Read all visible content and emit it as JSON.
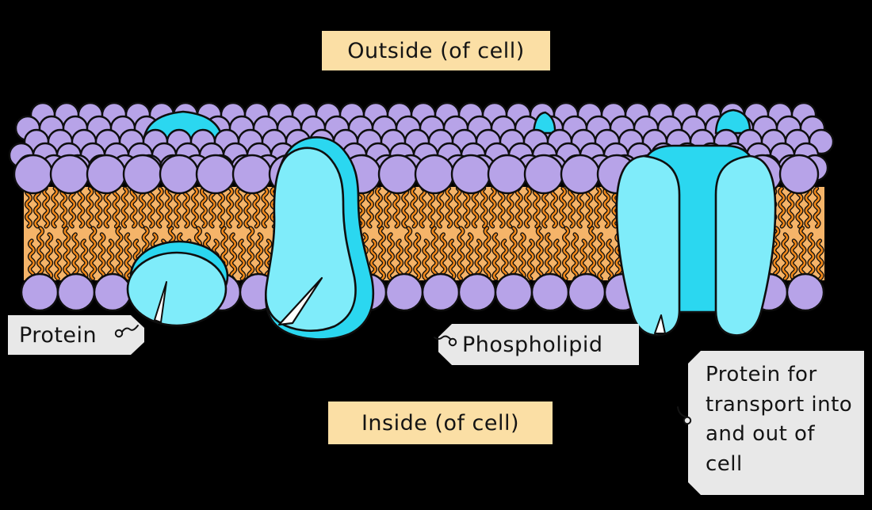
{
  "diagram_labels": {
    "outside": "Outside (of cell)",
    "inside": "Inside (of cell)",
    "protein": "Protein",
    "phospholipid": "Phospholipid",
    "transport_protein": "Protein for transport into and out of cell"
  },
  "colors": {
    "background": "#000000",
    "phospholipid_head": "#B7A3E8",
    "tail_region": "#F5B469",
    "tail_strand": "#F0881A",
    "outline": "#0E0E0E",
    "protein_body": "#7FECFA",
    "protein_shade": "#2BD7F0",
    "protein_anchor_blue": "#1E53E8",
    "label_peach": "#FBDFA5",
    "label_gray": "#E8E8E8",
    "label_text": "#141414"
  }
}
